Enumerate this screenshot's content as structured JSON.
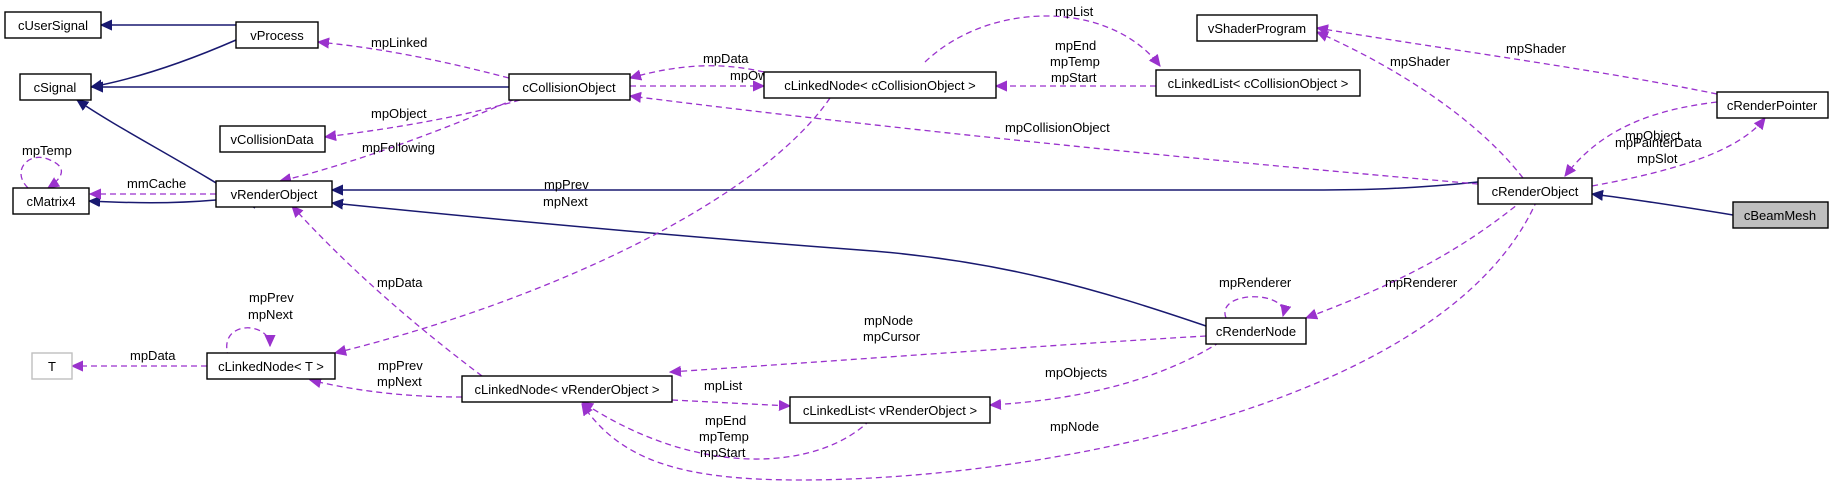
{
  "colors": {
    "inheritance": "#191970",
    "association": "#9a32cd",
    "highlight": "#bfbfbf"
  },
  "nodes": {
    "cUserSignal": "cUserSignal",
    "vProcess": "vProcess",
    "cSignal": "cSignal",
    "cCollisionObject": "cCollisionObject",
    "cLinkedNodeColl": "cLinkedNode< cCollisionObject >",
    "cLinkedListColl": "cLinkedList< cCollisionObject >",
    "vShaderProgram": "vShaderProgram",
    "cRenderPointer": "cRenderPointer",
    "vCollisionData": "vCollisionData",
    "cMatrix4": "cMatrix4",
    "vRenderObject": "vRenderObject",
    "cRenderObject": "cRenderObject",
    "cBeamMesh": "cBeamMesh",
    "cRenderNode": "cRenderNode",
    "T": "T",
    "cLinkedNodeT": "cLinkedNode< T >",
    "cLinkedNodeVRO": "cLinkedNode< vRenderObject >",
    "cLinkedListVRO": "cLinkedList< vRenderObject >"
  },
  "edge_labels": {
    "mpLinked": "mpLinked",
    "mpList": "mpList",
    "mpData1": "mpData",
    "mpOwner": "mpOwner",
    "mpEnd1": "mpEnd",
    "mpTemp1": "mpTemp",
    "mpStart1": "mpStart",
    "mpShader1": "mpShader",
    "mpShader2": "mpShader",
    "mpObject1": "mpObject",
    "mpFollowing": "mpFollowing",
    "mpCollisionObject": "mpCollisionObject",
    "mpObject2": "mpObject",
    "mpPainterData": "mpPainterData",
    "mpSlot": "mpSlot",
    "mpTempSelf": "mpTemp",
    "mmCache": "mmCache",
    "mpPrev1": "mpPrev",
    "mpNext1": "mpNext",
    "mpRenderer1": "mpRenderer",
    "mpRenderer2": "mpRenderer",
    "mpData2": "mpData",
    "mpPrev2": "mpPrev",
    "mpNext2": "mpNext",
    "mpNode1": "mpNode",
    "mpCursor": "mpCursor",
    "mpData3": "mpData",
    "mpPrev3": "mpPrev",
    "mpNext3": "mpNext",
    "mpList2": "mpList",
    "mpObjects": "mpObjects",
    "mpEnd2": "mpEnd",
    "mpTemp2": "mpTemp",
    "mpStart2": "mpStart",
    "mpNode2": "mpNode"
  }
}
